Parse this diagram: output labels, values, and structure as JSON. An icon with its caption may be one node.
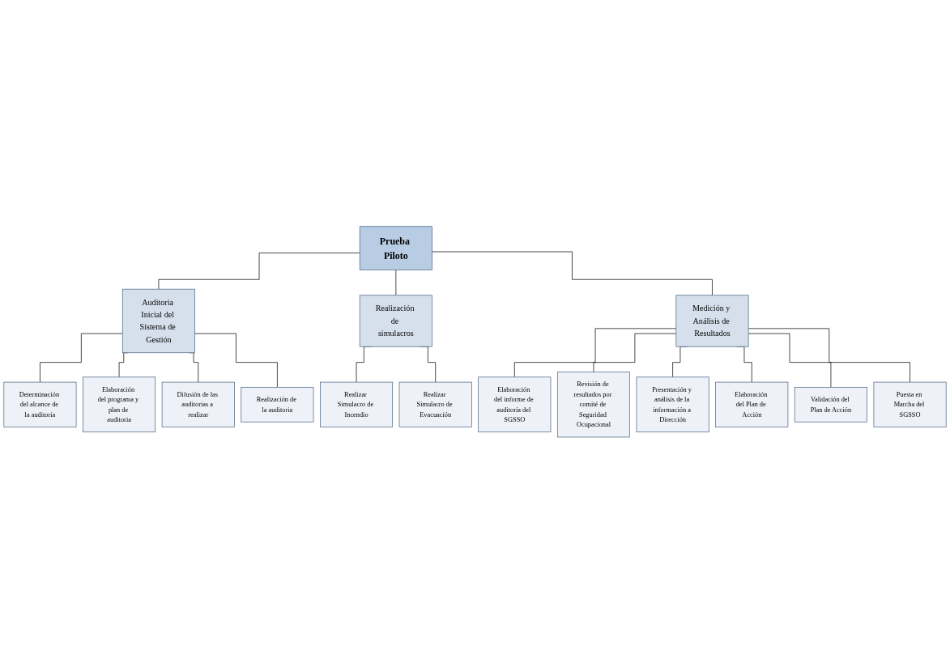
{
  "diagram": {
    "nodes": [
      {
        "text": [
          "Prueba Piloto"
        ]
      },
      {
        "text": [
          "Auditoria Inicial del Sistema de Gestión"
        ]
      },
      {
        "text": [
          "Realización de simulacros"
        ]
      },
      {
        "text": [
          "Medición y Análisis de Resultados"
        ]
      },
      {
        "text": [
          "Determinación del alcance de la auditoria"
        ]
      },
      {
        "text": [
          "Elaboración del programa y plan de auditoria"
        ]
      },
      {
        "text": [
          "Difusión de las auditorias a realizar"
        ]
      },
      {
        "text": [
          "Realización de la auditoria"
        ]
      },
      {
        "text": [
          "Realizar Simulacro de Incendio"
        ]
      },
      {
        "text": [
          "Realizar Simulacro de Evacuación"
        ]
      },
      {
        "text": [
          "Elaboración del informe de auditoría del SGSSO"
        ]
      },
      {
        "text": [
          "Revisión de resultados por comité de Seguridad Ocupacional"
        ]
      },
      {
        "text": [
          "Presentación y análisis de la información a Dirección"
        ]
      },
      {
        "text": [
          "Elaboración del Plan de Acción"
        ]
      },
      {
        "text": [
          "Validación del Plan de Acción"
        ]
      },
      {
        "text": [
          "Puesta en Marcha del SGSSO"
        ]
      }
    ],
    "edges": [
      {
        "from": 0,
        "to": 1,
        "arrow": "none"
      },
      {
        "from": 0,
        "to": 2,
        "arrow": "none"
      },
      {
        "from": 0,
        "to": 3,
        "arrow": "none"
      },
      {
        "from": 1,
        "to": 4,
        "arrow": "none"
      },
      {
        "from": 1,
        "to": 5,
        "arrow": "none"
      },
      {
        "from": 1,
        "to": 6,
        "arrow": "none"
      },
      {
        "from": 1,
        "to": 7,
        "arrow": "none"
      },
      {
        "from": 2,
        "to": 8,
        "arrow": "none"
      },
      {
        "from": 2,
        "to": 9,
        "arrow": "none"
      },
      {
        "from": 3,
        "to": 10,
        "arrow": "none"
      },
      {
        "from": 3,
        "to": 11,
        "arrow": "none"
      },
      {
        "from": 3,
        "to": 12,
        "arrow": "none"
      },
      {
        "from": 3,
        "to": 13,
        "arrow": "none"
      },
      {
        "from": 3,
        "to": 14,
        "arrow": "none"
      },
      {
        "from": 3,
        "to": 15,
        "arrow": "none"
      }
    ]
  }
}
